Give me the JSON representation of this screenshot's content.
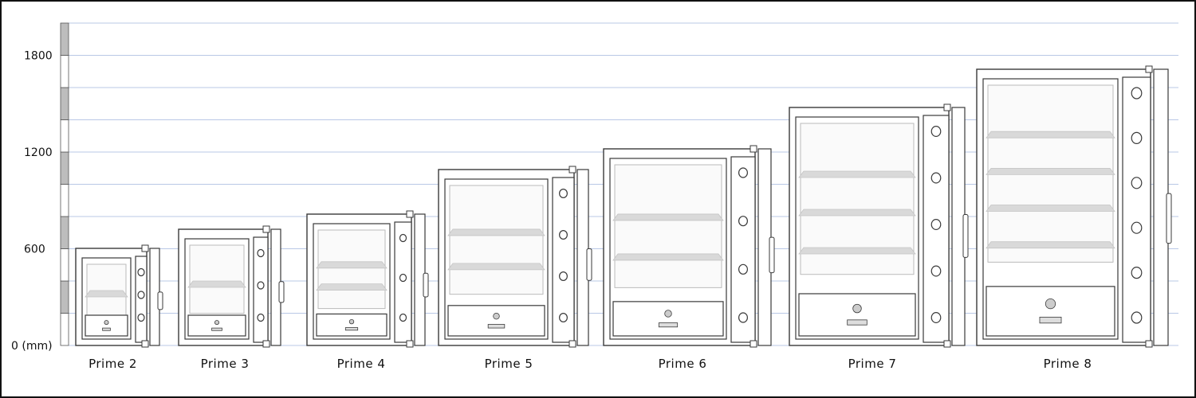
{
  "y_axis": {
    "unit_label": "0 (mm)",
    "tick_labels": [
      "600",
      "1200",
      "1800"
    ],
    "tick_values": [
      600,
      1200,
      1800
    ],
    "gridline_interval_mm": 200,
    "max_mm": 2000
  },
  "colors": {
    "gridline": "#b9c8e6",
    "outline": "#3a3a3a",
    "shelf": "#d9d9d9",
    "ruler_dark": "#bdbdbd",
    "background": "#ffffff"
  },
  "safes": [
    {
      "name": "Prime 2",
      "shelves": 1,
      "bolts": 3
    },
    {
      "name": "Prime 3",
      "shelves": 1,
      "bolts": 3
    },
    {
      "name": "Prime 4",
      "shelves": 2,
      "bolts": 3
    },
    {
      "name": "Prime 5",
      "shelves": 2,
      "bolts": 4
    },
    {
      "name": "Prime 6",
      "shelves": 2,
      "bolts": 4
    },
    {
      "name": "Prime 7",
      "shelves": 3,
      "bolts": 5
    },
    {
      "name": "Prime 8",
      "shelves": 4,
      "bolts": 6
    }
  ]
}
